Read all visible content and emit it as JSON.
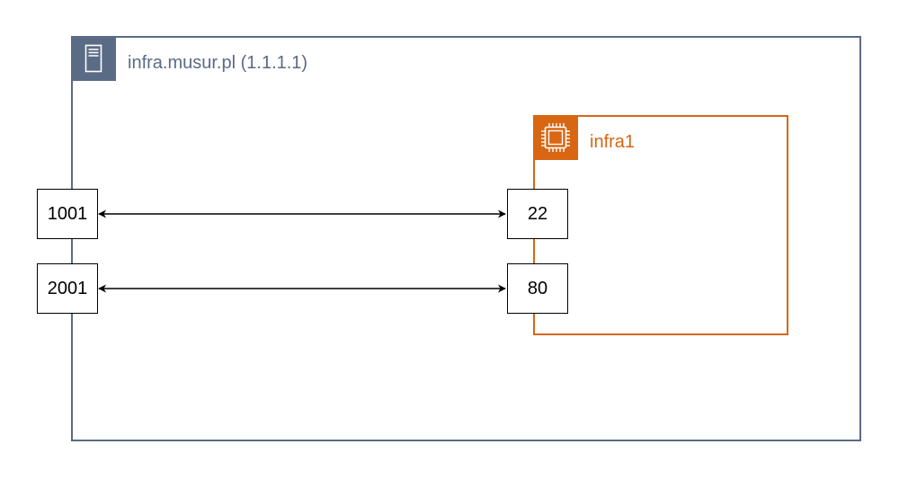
{
  "host": {
    "title": "infra.musur.pl (1.1.1.1)",
    "icon": "server-icon",
    "color": "#5a6b86"
  },
  "vm": {
    "title": "infra1",
    "icon": "chip-icon",
    "color": "#d86613"
  },
  "ports": [
    {
      "host_port": "1001",
      "vm_port": "22"
    },
    {
      "host_port": "2001",
      "vm_port": "80"
    }
  ]
}
